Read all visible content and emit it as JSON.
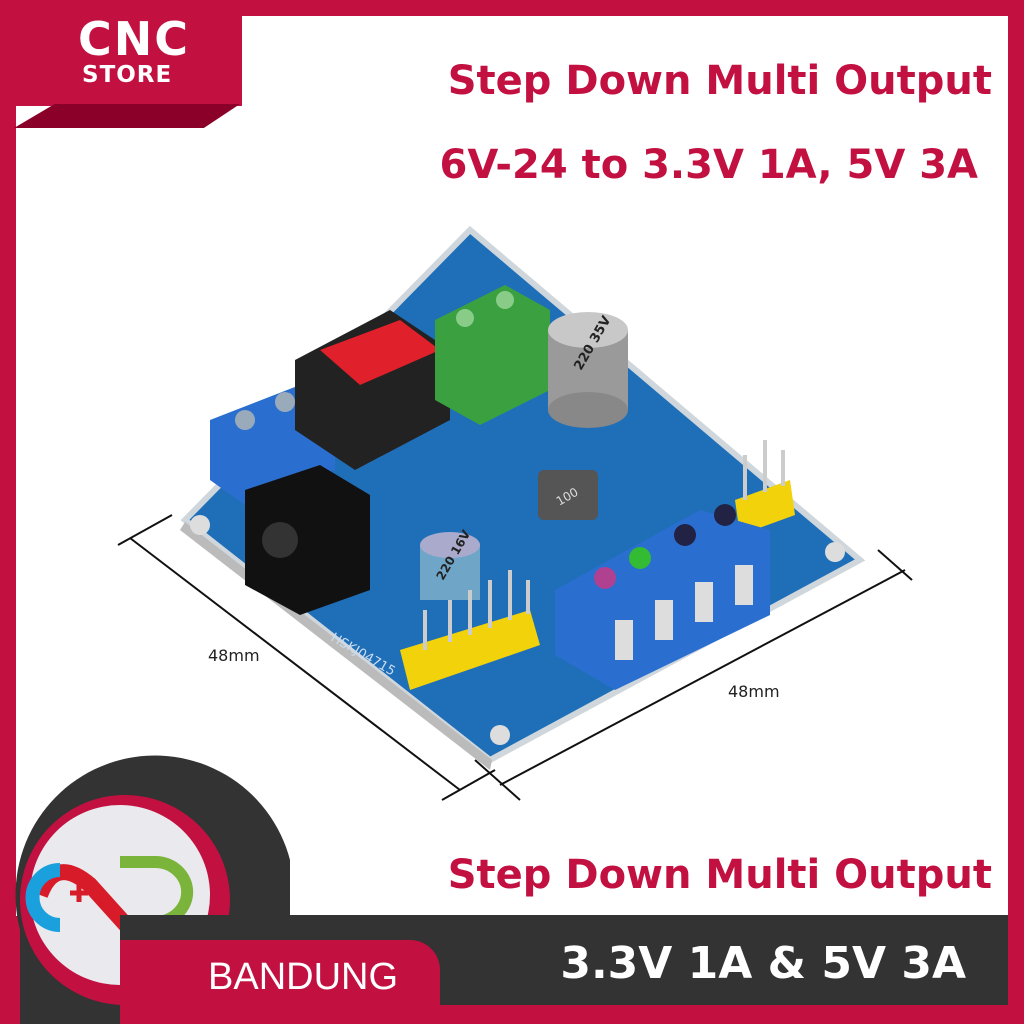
{
  "brand": {
    "line1": "CNC",
    "line2": "STORE",
    "location": "BANDUNG"
  },
  "header": {
    "title": "Step Down Multi Output",
    "subtitle": "6V-24 to 3.3V 1A, 5V 3A"
  },
  "footer": {
    "title": "Step Down Multi Output",
    "spec": "3.3V 1A & 5V 3A"
  },
  "dimensions": {
    "left": "48mm",
    "right": "48mm"
  },
  "board": {
    "silkscreen": "HSKJ04715",
    "cap_large": "220 35V",
    "cap_small": "220 16V",
    "inductor": "100"
  },
  "colors": {
    "brand": "#c21041",
    "dark": "#333333",
    "pcb": "#1f6fb8",
    "terminal": "#2a6fd0"
  }
}
